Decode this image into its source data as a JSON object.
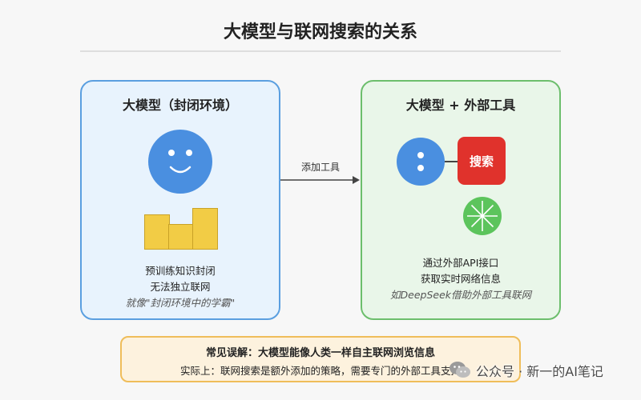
{
  "title": "大模型与联网搜索的关系",
  "left_panel": {
    "title": "大模型（封闭环境）",
    "line1": "预训练知识封闭",
    "line2": "无法独立联网",
    "line3": "就像\"封闭环境中的学霸\"",
    "icon": "smiley-face-icon",
    "chart_icon": "bar-chart-icon"
  },
  "arrow": {
    "label": "添加工具"
  },
  "right_panel": {
    "title": "大模型 + 外部工具",
    "search_label": "搜索",
    "line1": "通过外部API接口",
    "line2": "获取实时网络信息",
    "line3": "如DeepSeek借助外部工具联网",
    "icons": [
      "model-face-icon",
      "globe-icon"
    ]
  },
  "note": {
    "line1": "常见误解：大模型能像人类一样自主联网浏览信息",
    "line2": "实际上：联网搜索是额外添加的策略，需要专门的外部工具支持"
  },
  "watermark": {
    "text": "公众号 · 新一的AI笔记",
    "icon": "wechat-icon"
  },
  "colors": {
    "left_border": "#5a9fe0",
    "left_fill": "#e8f3fd",
    "right_border": "#6cbe6c",
    "right_fill": "#e9f6e9",
    "face": "#4a8fe0",
    "bars": "#f2cc45",
    "search": "#e0322c",
    "globe": "#5cc45c",
    "note_border": "#efbd5a",
    "note_fill": "#fdf2de"
  }
}
